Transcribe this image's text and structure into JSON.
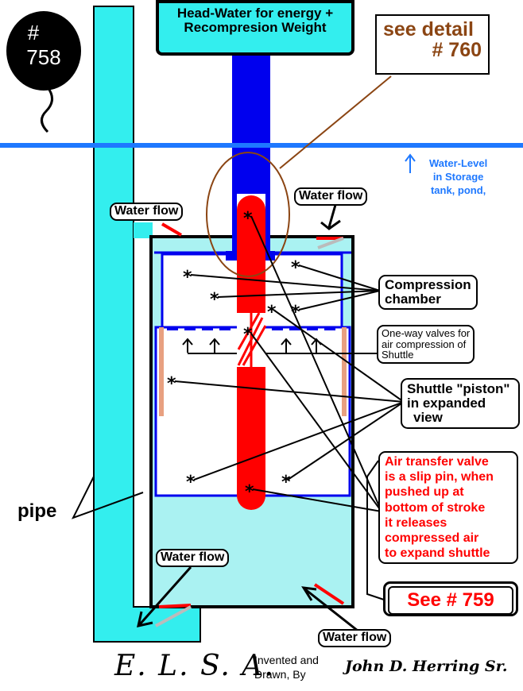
{
  "badge": {
    "line1": "#",
    "line2": "758"
  },
  "headwater": {
    "line1": "Head-Water for energy +",
    "line2": "Recompresion Weight"
  },
  "detail": {
    "line1": "see detail",
    "line2": "#  760"
  },
  "water_level": {
    "line1": "Water-Level",
    "line2": "in Storage",
    "line3": "tank, pond,"
  },
  "water_flow_labels": [
    "Water flow",
    "Water flow",
    "Water flow",
    "Water flow"
  ],
  "compression": {
    "line1": "Compression",
    "line2": "chamber"
  },
  "oneway": {
    "line1": "One-way valves for",
    "line2": "air compression of",
    "line3": "Shuttle"
  },
  "shuttle": {
    "line1": "Shuttle \"piston\"",
    "line2": "in expanded",
    "line3": "view"
  },
  "air_transfer": {
    "lines": [
      "Air transfer valve",
      "is a slip pin, when",
      "pushed up at",
      "bottom of stroke",
      "it releases",
      "compressed air",
      "to expand shuttle"
    ]
  },
  "see759": "See # 759",
  "pipe": "pipe",
  "footer": {
    "elsa": "E. L. S. A.",
    "invented1": "Invented and",
    "invented2": "Drawn,  By",
    "author": "John D. Herring Sr."
  },
  "colors": {
    "cyan": "#33eeee",
    "lightcyan": "#aaf2f2",
    "blue": "#0000ee",
    "red": "#ff0000",
    "brown": "#8b4513",
    "water_line": "#1e78ff"
  }
}
